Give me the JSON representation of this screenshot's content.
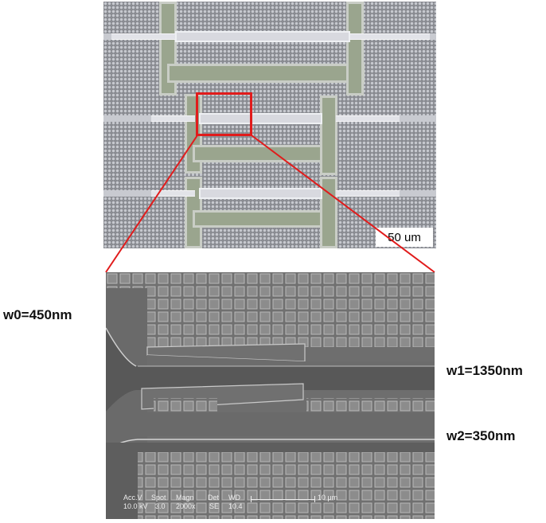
{
  "optical": {
    "scale_label": "50 um"
  },
  "sem": {
    "acc_v_label": "Acc.V",
    "spot_label": "Spot",
    "magn_label": "Magn",
    "det_label": "Det",
    "wd_label": "WD",
    "acc_v": "10.0 kV",
    "spot": "3.0",
    "magn": "2000x",
    "det": "SE",
    "wd": "10.4",
    "scale_label": "10 μm"
  },
  "labels": {
    "w0": "w0=450nm",
    "w1": "w1=1350nm",
    "w2": "w2=350nm"
  },
  "colors": {
    "highlight": "#e11b1b"
  }
}
